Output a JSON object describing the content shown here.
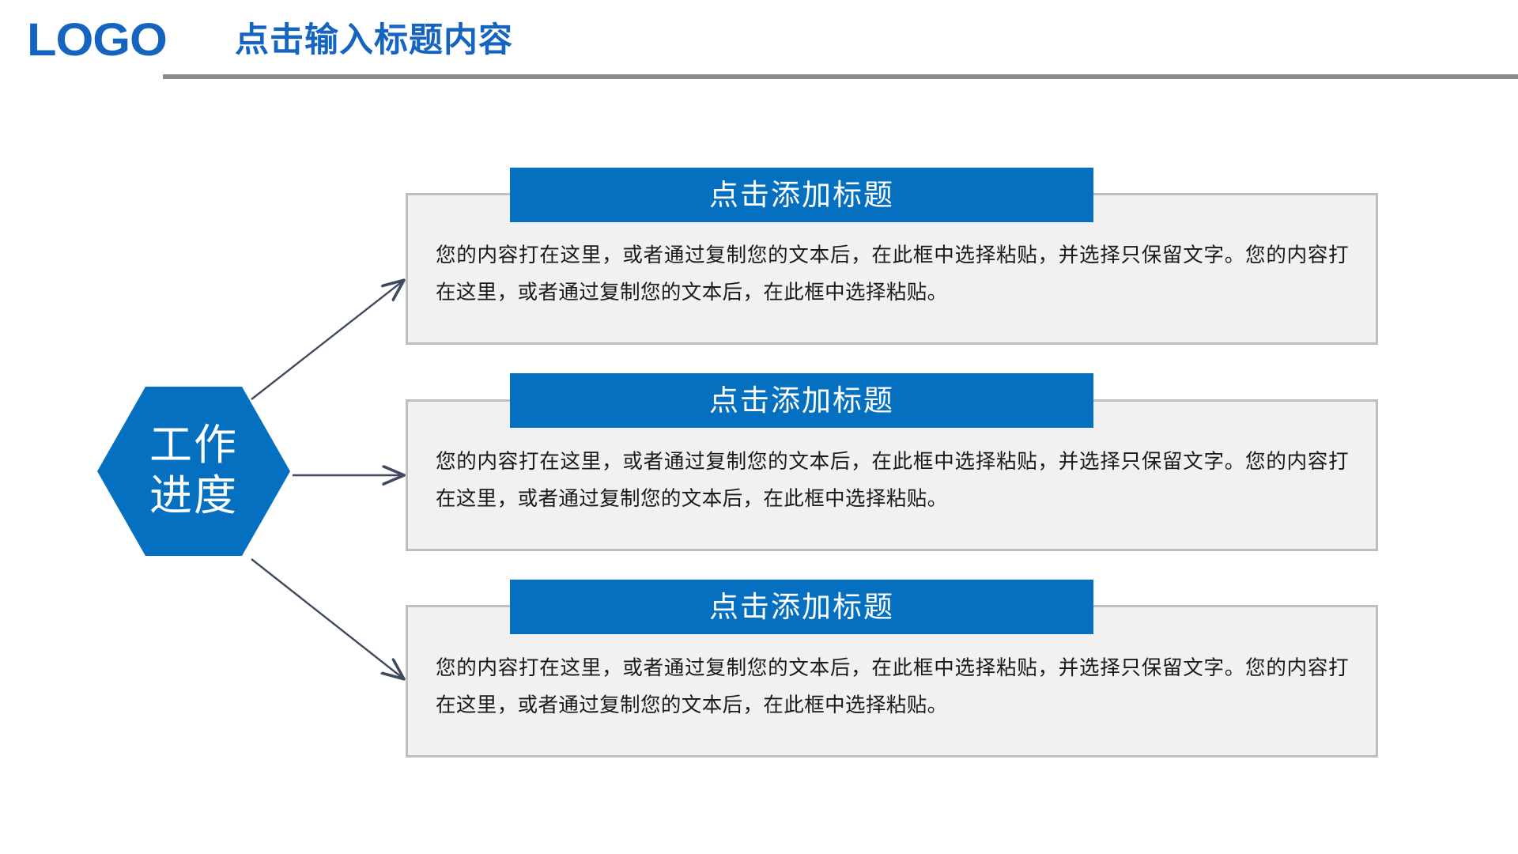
{
  "header": {
    "logo": "LOGO",
    "title": "点击输入标题内容",
    "accent_color": "#1565C0",
    "rule_color": "#8A8A8A"
  },
  "hexagon": {
    "line1": "工作",
    "line2": "进度",
    "fill_color": "#0570C0",
    "text_color": "#FFFFFF"
  },
  "connectors": {
    "arrow_color": "#404A5E",
    "count": 3
  },
  "theme": {
    "bar_color": "#0570C0",
    "box_fill": "#F1F1F1",
    "box_border": "#BFBFBF",
    "body_text_color": "#1A1A1A",
    "background": "#FFFFFF"
  },
  "groups": [
    {
      "title": "点击添加标题",
      "body": "您的内容打在这里，或者通过复制您的文本后，在此框中选择粘贴，并选择只保留文字。您的内容打在这里，或者通过复制您的文本后，在此框中选择粘贴。"
    },
    {
      "title": "点击添加标题",
      "body": "您的内容打在这里，或者通过复制您的文本后，在此框中选择粘贴，并选择只保留文字。您的内容打在这里，或者通过复制您的文本后，在此框中选择粘贴。"
    },
    {
      "title": "点击添加标题",
      "body": "您的内容打在这里，或者通过复制您的文本后，在此框中选择粘贴，并选择只保留文字。您的内容打在这里，或者通过复制您的文本后，在此框中选择粘贴。"
    }
  ]
}
